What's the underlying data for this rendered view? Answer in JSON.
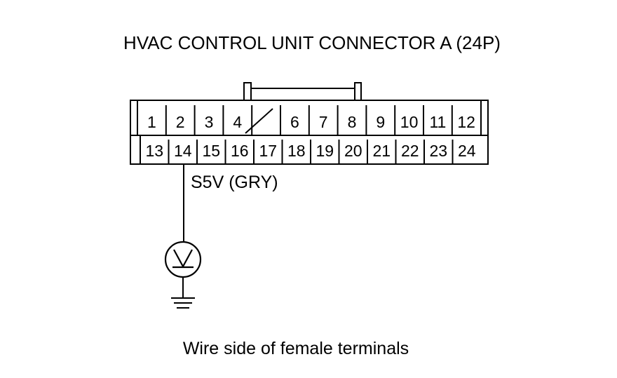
{
  "title": "HVAC CONTROL UNIT CONNECTOR A (24P)",
  "connector": {
    "top_row": [
      "1",
      "2",
      "3",
      "4",
      "",
      "6",
      "7",
      "8",
      "9",
      "10",
      "11",
      "12"
    ],
    "bottom_row": [
      "13",
      "14",
      "15",
      "16",
      "17",
      "18",
      "19",
      "20",
      "21",
      "22",
      "23",
      "24"
    ]
  },
  "wire_label": "S5V (GRY)",
  "probe_terminal": "14",
  "caption": "Wire side of female terminals"
}
